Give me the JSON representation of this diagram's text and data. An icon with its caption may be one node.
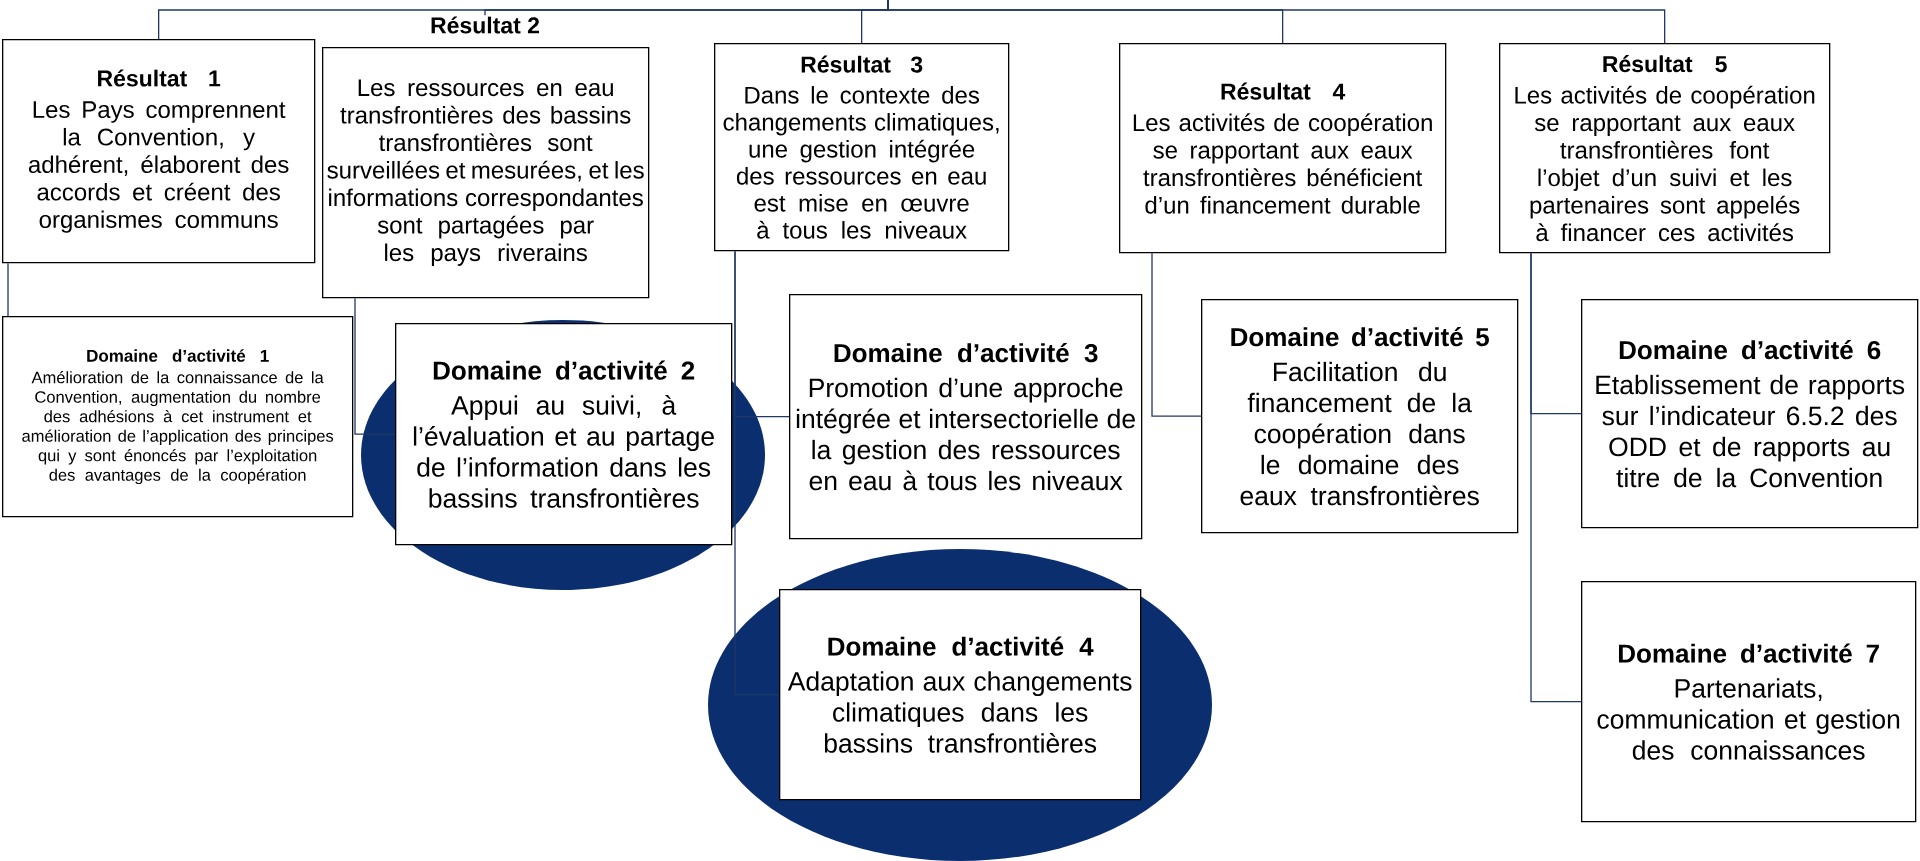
{
  "diagram": {
    "nodes": [
      {
        "text": [
          "Résultat 1",
          "Les Pays comprennent la Convention, y adhérent, élaborent des accords et créent des organismes communs"
        ]
      },
      {
        "text": [
          "Résultat 2",
          "Les ressources en eau transfrontières des bassins transfrontières sont surveillées et mesurées, et les informations correspondantes sont partagées par les pays riverains"
        ]
      },
      {
        "text": [
          "Résultat 3",
          "Dans le contexte des changements climatiques, une gestion intégrée des ressources en eau est mise en œuvre à tous les niveaux"
        ]
      },
      {
        "text": [
          "Résultat 4",
          "Les activités de coopération se rapportant aux eaux transfrontières bénéficient d’un financement durable"
        ]
      },
      {
        "text": [
          "Résultat 5",
          "Les activités de coopération se rapportant aux eaux transfrontières font l’objet d’un suivi et les partenaires sont appelés à financer ces activités"
        ]
      },
      {
        "text": [
          "Domaine d’activité 1",
          "Amélioration de la connaissance de la Convention, augmentation du nombre des adhésions à cet instrument et amélioration de l’application des principes qui y sont énoncés par l’exploitation des avantages de la coopération"
        ]
      },
      {
        "text": [
          "Domaine d’activité 2",
          "Appui au suivi, à l’évaluation et au partage de l’information dans les bassins transfrontières"
        ]
      },
      {
        "text": [
          "Domaine d’activité 3",
          "Promotion d’une approche intégrée et intersectorielle de la gestion des ressources en eau à tous les niveaux"
        ]
      },
      {
        "text": [
          "Domaine d’activité 4",
          "Adaptation aux changements climatiques dans les bassins transfrontières"
        ]
      },
      {
        "text": [
          "Domaine d’activité 5",
          "Facilitation du financement de la coopération dans le domaine des eaux transfrontières"
        ]
      },
      {
        "text": [
          "Domaine d’activité 6",
          "Etablissement de rapports sur l’indicateur 6.5.2 des ODD et de rapports au titre de la Convention"
        ]
      },
      {
        "text": [
          "Domaine d’activité 7",
          "Partenariats, communication et gestion des connaissances"
        ]
      }
    ],
    "edges": [
      {
        "from": null,
        "to": 0,
        "arrow": "none"
      },
      {
        "from": null,
        "to": 1,
        "arrow": "none"
      },
      {
        "from": null,
        "to": 2,
        "arrow": "none"
      },
      {
        "from": null,
        "to": 3,
        "arrow": "none"
      },
      {
        "from": null,
        "to": 4,
        "arrow": "none"
      },
      {
        "from": 0,
        "to": 5,
        "arrow": "none"
      },
      {
        "from": 1,
        "to": 6,
        "arrow": "none"
      },
      {
        "from": 2,
        "to": 7,
        "arrow": "none"
      },
      {
        "from": 2,
        "to": 8,
        "arrow": "none"
      },
      {
        "from": 3,
        "to": 9,
        "arrow": "none"
      },
      {
        "from": 4,
        "to": 10,
        "arrow": "none"
      },
      {
        "from": 4,
        "to": 11,
        "arrow": "none"
      }
    ]
  }
}
